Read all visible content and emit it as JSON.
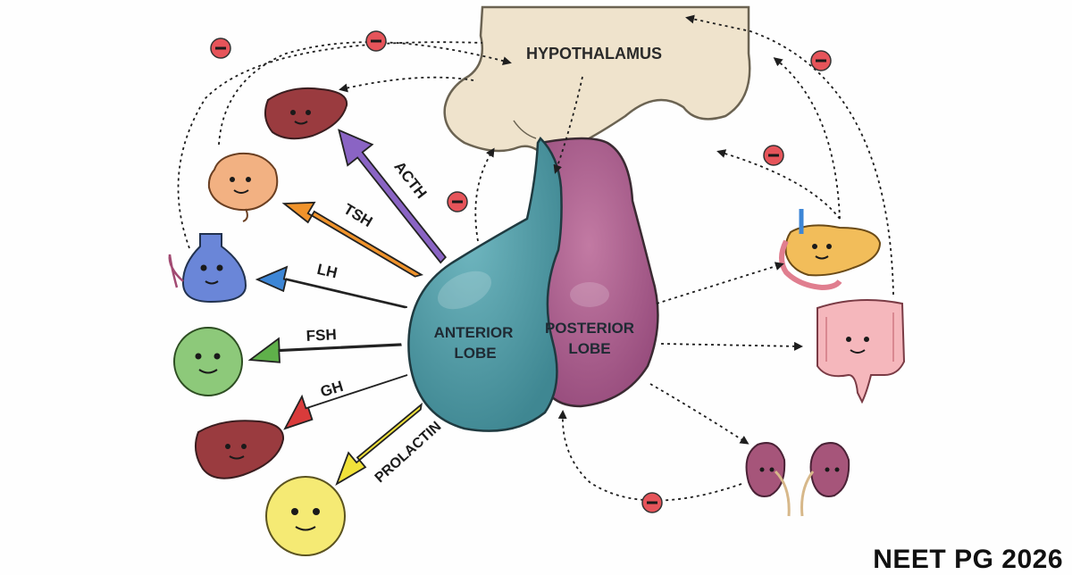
{
  "labels": {
    "hypothalamus": "HYPOTHALAMUS",
    "anterior_line1": "ANTERIOR",
    "anterior_line2": "LOBE",
    "posterior_line1": "POSTERIOR",
    "posterior_line2": "LOBE"
  },
  "hormones": [
    {
      "key": "acth",
      "label": "ACTH",
      "color": "#8a64c4",
      "target": "liver"
    },
    {
      "key": "tsh",
      "label": "TSH",
      "color": "#f0932b",
      "target": "brain"
    },
    {
      "key": "lh",
      "label": "LH",
      "color": "#3d86d6",
      "target": "flask"
    },
    {
      "key": "fsh",
      "label": "FSH",
      "color": "#5fb04a",
      "target": "green-ball"
    },
    {
      "key": "gh",
      "label": "GH",
      "color": "#d93b3b",
      "target": "liver"
    },
    {
      "key": "prolactin",
      "label": "PROLACTIN",
      "color": "#f1e23a",
      "target": "yellow-ball"
    }
  ],
  "negative_feedback_symbol": "−",
  "brand": "NEET PG 2026",
  "colors": {
    "hypothalamus": "#efe3cc",
    "anterior_lobe": "#4c98a3",
    "posterior_lobe": "#a65a86",
    "inhibit_badge": "#e6545a"
  }
}
